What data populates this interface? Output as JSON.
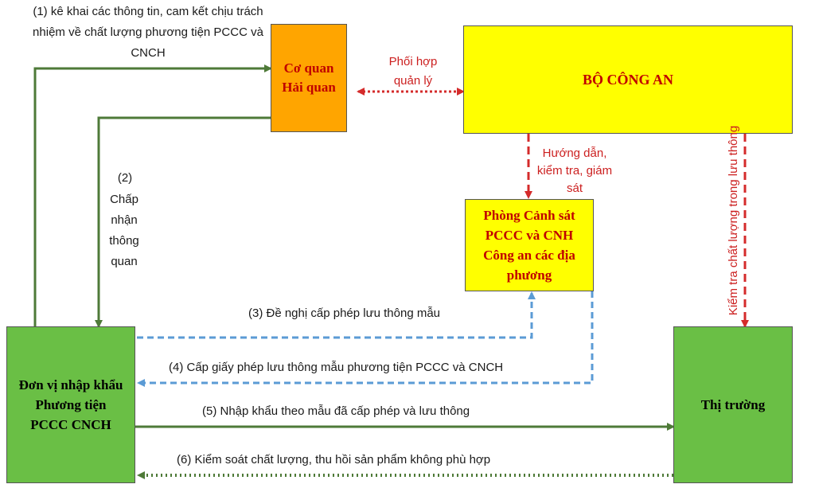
{
  "boxes": {
    "customs": "Cơ quan Hải quan",
    "ministry": "BỘ CÔNG AN",
    "police_dept": "Phòng Cảnh sát PCCC và CNH Công an các địa phương",
    "importer": "Đơn vị nhập khẩu Phương tiện PCCC CNCH",
    "market": "Thị trường"
  },
  "labels": {
    "step1": "(1) kê khai các thông tin, cam kết chịu trách nhiệm về chất lượng phương tiện PCCC và CNCH",
    "step2_num": "(2)",
    "step2_text": "Chấp nhận thông quan",
    "coordinate": "Phối hợp quản lý",
    "guide": "Hướng dẫn, kiểm tra, giám sát",
    "quality_check": "Kiểm tra chất lượng trong lưu thông",
    "step3": "(3) Đề nghị cấp phép lưu thông mẫu",
    "step4": "(4) Cấp giấy phép lưu thông mẫu phương tiện PCCC và CNCH",
    "step5": "(5) Nhập khẩu theo mẫu đã cấp phép và lưu thông",
    "step6": "(6) Kiểm soát chất lượng, thu hồi sản phẩm không phù hợp"
  },
  "colors": {
    "customs_fill": "#ffa500",
    "ministry_fill": "#ffff00",
    "police_fill": "#ffff00",
    "green_fill": "#6abf45",
    "solid_arrow": "#4e7a38",
    "red_dashed": "#d42b2b",
    "blue_dashed": "#5b9bd5",
    "green_dotted": "#4e7a38"
  }
}
